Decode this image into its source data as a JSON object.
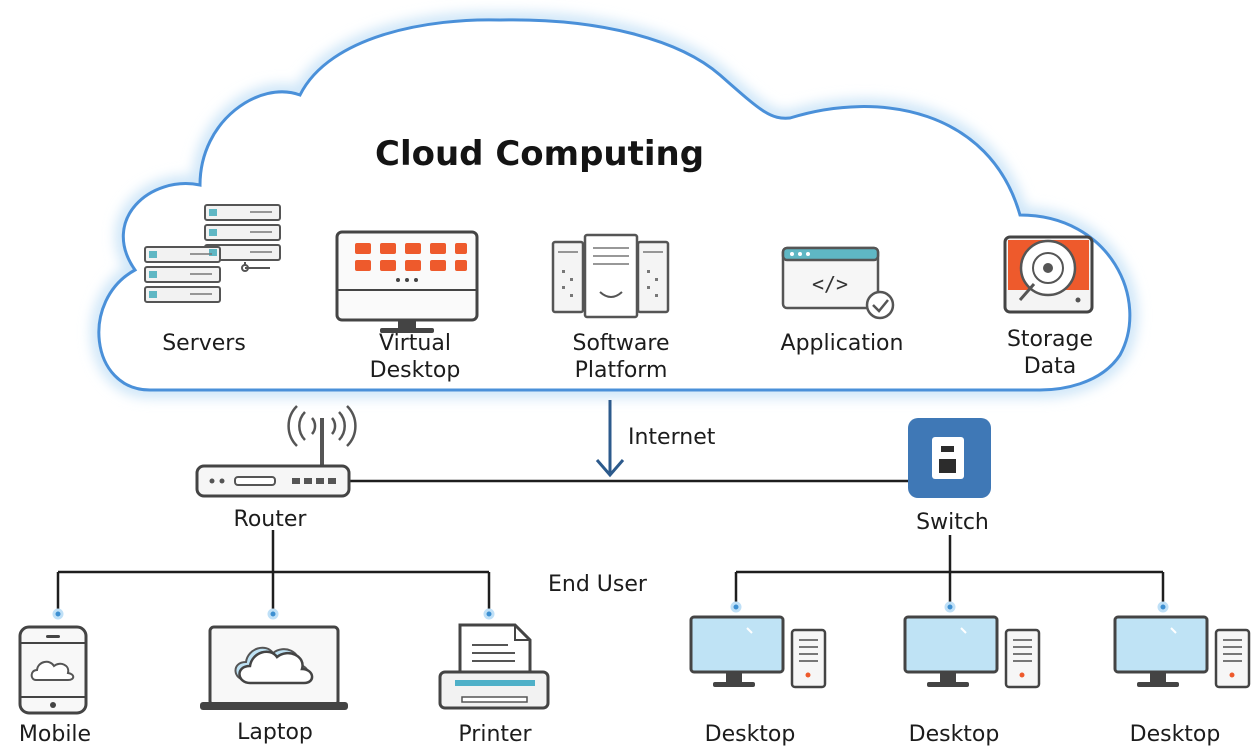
{
  "title": "Cloud Computing",
  "cloud_services": [
    {
      "label": "Servers",
      "icon": "servers-icon"
    },
    {
      "label_lines": [
        "Virtual",
        "Desktop"
      ],
      "icon": "virtual-desktop-icon"
    },
    {
      "label_lines": [
        "Software",
        "Platform"
      ],
      "icon": "software-platform-icon"
    },
    {
      "label": "Application",
      "icon": "application-icon"
    },
    {
      "label_lines": [
        "Storage",
        "Data"
      ],
      "icon": "storage-data-icon"
    }
  ],
  "network": {
    "internet": "Internet",
    "router": "Router",
    "switch": "Switch",
    "end_user": "End User"
  },
  "devices": [
    {
      "label": "Mobile",
      "icon": "mobile-icon"
    },
    {
      "label": "Laptop",
      "icon": "laptop-icon"
    },
    {
      "label": "Printer",
      "icon": "printer-icon"
    },
    {
      "label": "Desktop",
      "icon": "desktop-icon"
    },
    {
      "label": "Desktop",
      "icon": "desktop-icon"
    },
    {
      "label": "Desktop",
      "icon": "desktop-icon"
    }
  ],
  "colors": {
    "cloud_outline": "#4a90d9",
    "cloud_glow": "#cfe6f8",
    "accent_orange": "#ee5a2c",
    "switch_blue": "#3f78b6",
    "screen_blue": "#bfe3f5",
    "line": "#1e1e1e",
    "dot_blue": "#3d8fd1"
  }
}
